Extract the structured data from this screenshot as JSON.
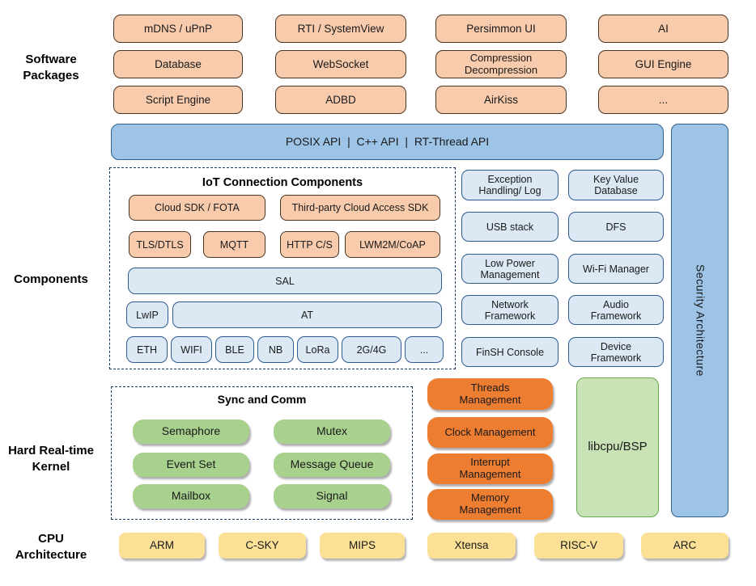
{
  "sections": {
    "software_label": "Software\nPackages",
    "components_label": "Components",
    "kernel_label": "Hard Real-time\nKernel",
    "cpu_label": "CPU\nArchitecture"
  },
  "software_packages": {
    "rows": [
      [
        "mDNS / uPnP",
        "RTI / SystemView",
        "Persimmon UI",
        "AI"
      ],
      [
        "Database",
        "WebSocket",
        "Compression\nDecompression",
        "GUI Engine"
      ],
      [
        "Script Engine",
        "ADBD",
        "AirKiss",
        "..."
      ]
    ]
  },
  "api_bar": {
    "label": "POSIX API  |  C++ API  |  RT-Thread API"
  },
  "security_bar": {
    "label": "Security Architecture"
  },
  "iot": {
    "title": "IoT Connection Components",
    "cloud_sdk": "Cloud SDK / FOTA",
    "third_party": "Third-party Cloud Access SDK",
    "protocols": [
      "TLS/DTLS",
      "MQTT",
      "HTTP C/S",
      "LWM2M/CoAP"
    ],
    "sal": "SAL",
    "lwip": "LwIP",
    "at": "AT",
    "links": [
      "ETH",
      "WIFI",
      "BLE",
      "NB",
      "LoRa",
      "2G/4G",
      "..."
    ]
  },
  "services": {
    "rows": [
      [
        "Exception\nHandling/ Log",
        "Key Value\nDatabase"
      ],
      [
        "USB stack",
        "DFS"
      ],
      [
        "Low Power\nManagement",
        "Wi-Fi Manager"
      ],
      [
        "Network\nFramework",
        "Audio\nFramework"
      ],
      [
        "FinSH Console",
        "Device\nFramework"
      ]
    ]
  },
  "kernel": {
    "sync_title": "Sync and Comm",
    "sync_rows": [
      [
        "Semaphore",
        "Mutex"
      ],
      [
        "Event Set",
        "Message Queue"
      ],
      [
        "Mailbox",
        "Signal"
      ]
    ],
    "management": [
      "Threads\nManagement",
      "Clock Management",
      "Interrupt\nManagement",
      "Memory\nManagement"
    ],
    "libcpu": "libcpu/BSP"
  },
  "cpu": {
    "items": [
      "ARM",
      "C-SKY",
      "MIPS",
      "Xtensa",
      "RISC-V",
      "ARC"
    ]
  },
  "colors": {
    "peach": "#f8cbad",
    "api_blue": "#9dc3e6",
    "light_blue": "#dce9f5",
    "green": "#a9d18e",
    "dark_orange": "#ed7d31",
    "light_green": "#c9e2b6",
    "yellow": "#fbe096",
    "dashed_border": "#17375e"
  }
}
